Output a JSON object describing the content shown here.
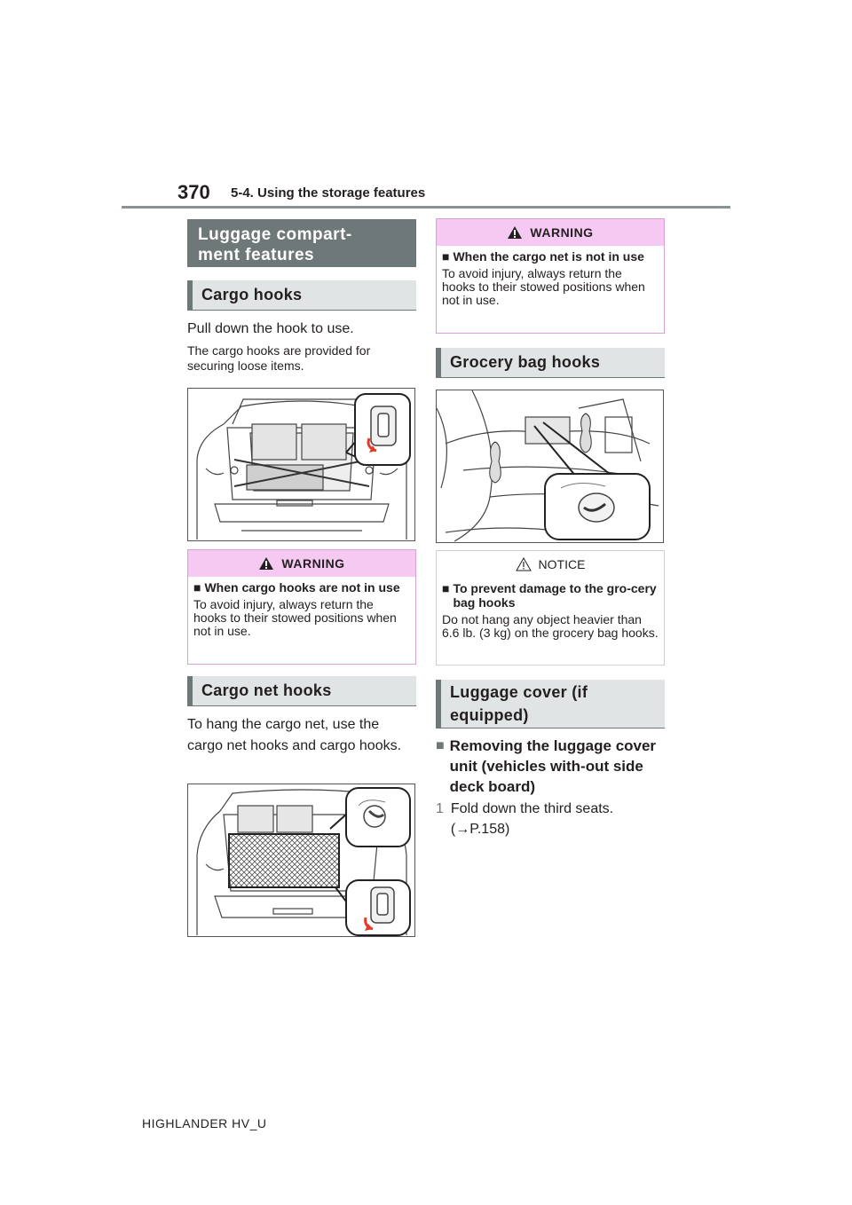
{
  "header": {
    "page_number": "370",
    "chapter_title": "5-4. Using the storage features"
  },
  "left": {
    "section_title": "Luggage compart-\nment features",
    "cargo_hooks": {
      "heading": "Cargo hooks",
      "instruction": "Pull down the hook to use.",
      "note": "The cargo hooks are provided for securing loose items."
    },
    "warning": {
      "label": "WARNING",
      "subheading": "When cargo hooks are not in use",
      "body": "To avoid injury, always return the hooks to their stowed positions when not in use."
    },
    "cargo_net_hooks": {
      "heading": "Cargo net hooks",
      "instruction": "To hang the cargo net, use the cargo net hooks and cargo hooks."
    }
  },
  "right": {
    "warning": {
      "label": "WARNING",
      "subheading": "When the cargo net is not in use",
      "body": "To avoid injury, always return the hooks to their stowed positions when not in use."
    },
    "grocery": {
      "heading": "Grocery bag hooks"
    },
    "notice": {
      "label": "NOTICE",
      "subheading": "To prevent damage to the gro-cery bag hooks",
      "body": "Do not hang any object heavier than 6.6 lb. (3 kg) on the grocery bag hooks."
    },
    "luggage_cover": {
      "heading": "Luggage cover (if equipped)",
      "subheading": "Removing the luggage cover unit (vehicles with-out side deck board)",
      "step_number": "1",
      "step_text": "Fold down the third seats.",
      "step_ref": "(→P.158)"
    }
  },
  "footer": {
    "model": "HIGHLANDER HV_U"
  }
}
